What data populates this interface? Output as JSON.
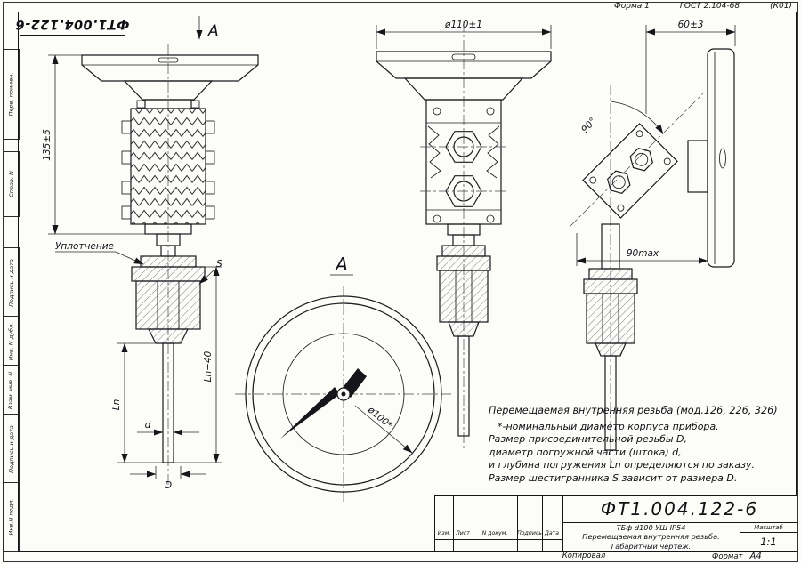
{
  "header": {
    "forma": "Форма 1",
    "gost": "ГОСТ 2.104-68",
    "code": "(К01)",
    "doc_number_top": "ФТ1.004.122-6"
  },
  "margin": {
    "cells": [
      "Перв. примен.",
      "Справ. N",
      "Подпись и дата",
      "Инв. N дубл.",
      "Взам. инв. N",
      "Подпись и дата",
      "Инв.N подл."
    ]
  },
  "views": {
    "section_label": "А",
    "left": {
      "height": "135±5",
      "seal": "Уплотнение",
      "s": "S",
      "ln40": "Ln+40",
      "ln": "Ln",
      "d": "d",
      "dd": "D"
    },
    "middle": {
      "dia": "ø110±1"
    },
    "right": {
      "depth": "60±3",
      "angle": "90°",
      "max": "90max"
    },
    "dial": {
      "label": "А",
      "dia": "ø100*"
    }
  },
  "notes": {
    "title": "Перемещаемая внутренняя резьба (мод.126, 226, 326)",
    "lines": [
      "*-номинальный диаметр корпуса прибора.",
      "Размер присоединительной резьбы D,",
      "диаметр погружной части (штока) d,",
      "и глубина погружения Ln определяются по заказу.",
      "Размер шестигранника S зависит от размера D."
    ]
  },
  "title_block": {
    "doc_number": "ФТ1.004.122-6",
    "desc": [
      "ТБф d100 УШ IP54",
      "Перемещаемая внутренняя резьба.",
      "Габаритный чертеж."
    ],
    "scale_label": "Масштаб",
    "scale_value": "1:1",
    "columns": [
      "Изм.",
      "Лист",
      "N докум.",
      "Подпись",
      "Дата"
    ],
    "kopiroval": "Копировал",
    "format_label": "Формат",
    "format_value": "А4"
  }
}
